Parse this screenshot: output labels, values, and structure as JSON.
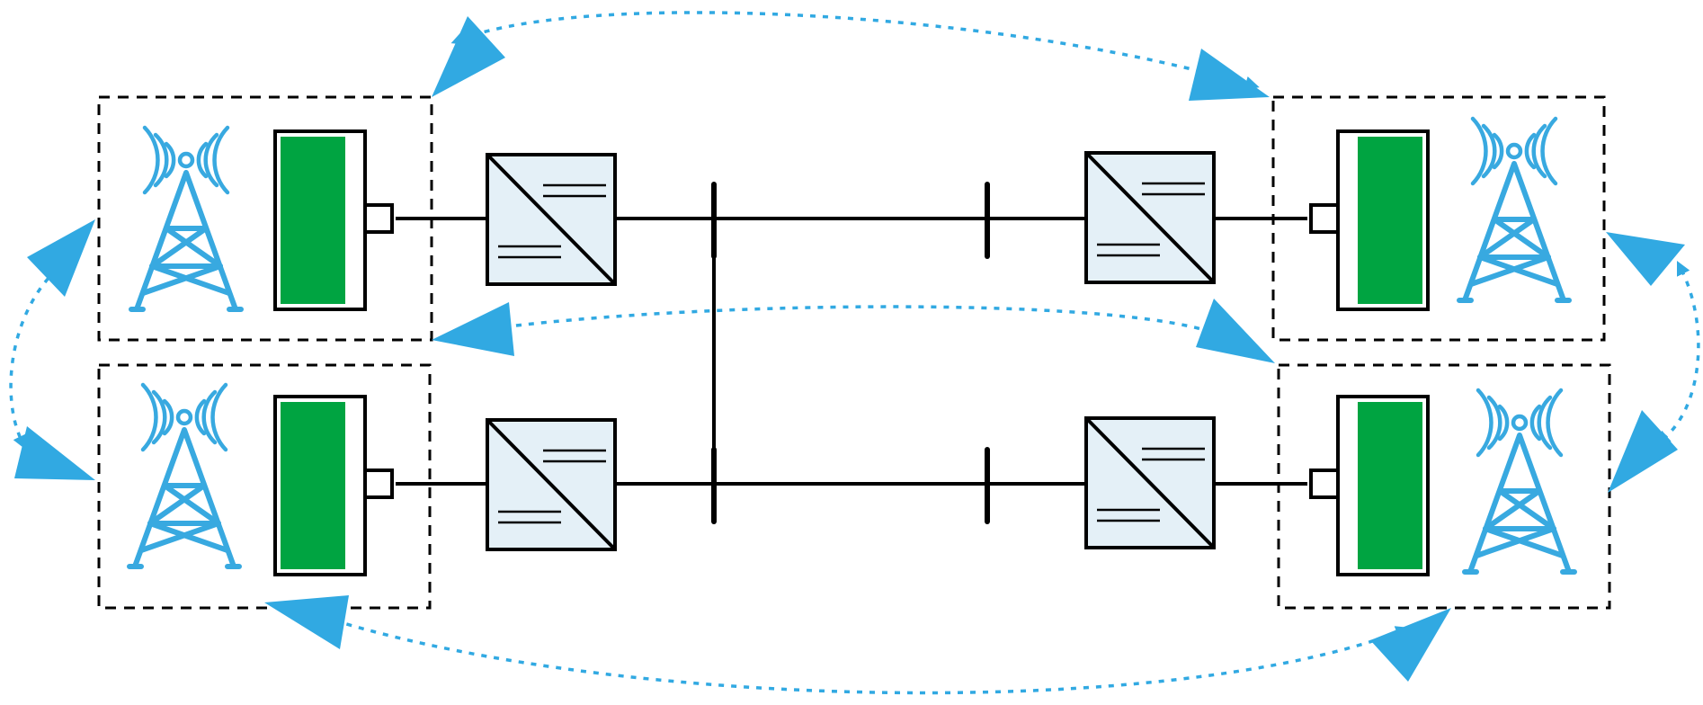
{
  "colors": {
    "link": "#31a9e2",
    "tower": "#38a9e0",
    "battery_fill": "#00a441",
    "converter_fill": "#e4f0f7",
    "line": "#000000",
    "background": "#ffffff"
  },
  "icons": {
    "tower": "radio-tower-icon",
    "battery": "battery-icon",
    "converter": "dc-dc-converter-icon"
  },
  "nodes": [
    {
      "id": "top-left",
      "icon": "radio-tower-icon"
    },
    {
      "id": "bottom-left",
      "icon": "radio-tower-icon"
    },
    {
      "id": "top-right",
      "icon": "radio-tower-icon"
    },
    {
      "id": "bottom-right",
      "icon": "radio-tower-icon"
    }
  ],
  "links": [
    {
      "from": "top-left",
      "to": "top-right",
      "style": "dashed",
      "arrows": "both"
    },
    {
      "from": "top-right",
      "to": "top-left",
      "style": "dashed",
      "arrows": "both"
    },
    {
      "from": "top-left",
      "to": "bottom-left",
      "style": "dashed",
      "arrows": "both"
    },
    {
      "from": "top-right",
      "to": "bottom-right",
      "style": "dashed",
      "arrows": "both"
    },
    {
      "from": "bottom-left",
      "to": "bottom-right",
      "style": "dashed",
      "arrows": "both"
    }
  ]
}
